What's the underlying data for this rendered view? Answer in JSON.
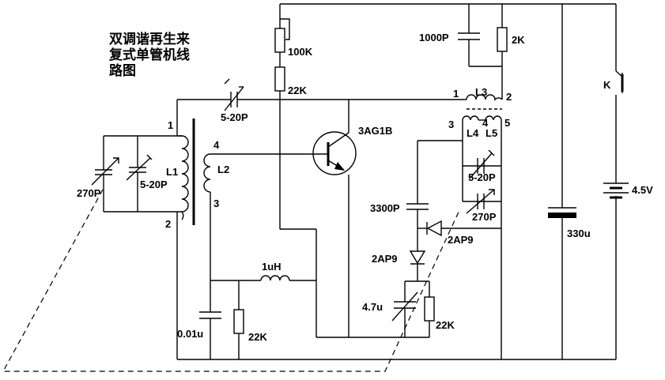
{
  "title_lines": [
    "双调谐再生来",
    "复式单管机线",
    "路图"
  ],
  "labels": {
    "r_100k": "100K",
    "r_22k_top": "22K",
    "c_1000p": "1000P",
    "r_2k": "2K",
    "key_k": "K",
    "bat": "4.5V",
    "c_330u": "330u",
    "trimmer_top": "5-20P",
    "transistor": "3AG1B",
    "l1": "L1",
    "l2": "L2",
    "l3": "L3",
    "l4": "L4",
    "l5": "L5",
    "pin_1_l1": "1",
    "pin_2_l1": "2",
    "pin_4_l2": "4",
    "pin_3_l2": "3",
    "pin_1_l3": "1",
    "pin_2_l3": "2",
    "pin_3_l4": "3",
    "pin_4_l45": "4",
    "pin_5_l5": "5",
    "c_270p_left": "270P",
    "c_5_20p_left": "5-20P",
    "c_3300p": "3300P",
    "c_5_20p_right": "5-20P",
    "c_270p_right": "270P",
    "d_2ap9_upper": "2AP9",
    "d_2ap9_lower": "2AP9",
    "l_1uh": "1uH",
    "c_4_7u": "4.7u",
    "r_22k_right": "22K",
    "c_0_01u": "0.01u",
    "r_22k_bottom": "22K"
  }
}
